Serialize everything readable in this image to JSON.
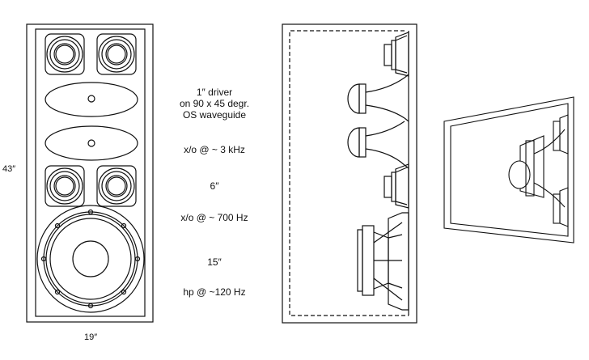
{
  "dimensions": {
    "height": "43″",
    "width": "19″"
  },
  "annotations": {
    "driver_line1": "1″ driver",
    "driver_line2": "on 90 x 45 degr.",
    "driver_line3": "OS waveguide",
    "xo_high": "x/o @ ~ 3 kHz",
    "mid_size": "6″",
    "xo_low": "x/o @ ~ 700 Hz",
    "woofer_size": "15″",
    "highpass": "hp @ ~120 Hz"
  },
  "colors": {
    "line": "#111111",
    "fill": "#ffffff",
    "gray": "#cfcfcf"
  }
}
